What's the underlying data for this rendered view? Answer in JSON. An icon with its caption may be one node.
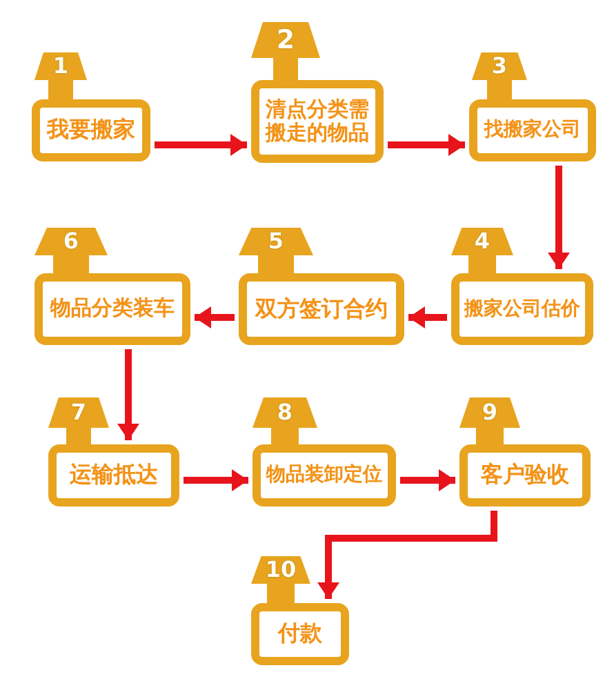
{
  "diagram": {
    "nodes": [
      {
        "text": [
          "1",
          "我要搬家"
        ]
      },
      {
        "text": [
          "2",
          "清点分类需搬走的物品"
        ]
      },
      {
        "text": [
          "3",
          "找搬家公司"
        ]
      },
      {
        "text": [
          "4",
          "搬家公司估价"
        ]
      },
      {
        "text": [
          "5",
          "双方签订合约"
        ]
      },
      {
        "text": [
          "6",
          "物品分类装车"
        ]
      },
      {
        "text": [
          "7",
          "运输抵达"
        ]
      },
      {
        "text": [
          "8",
          "物品装卸定位"
        ]
      },
      {
        "text": [
          "9",
          "客户验收"
        ]
      },
      {
        "text": [
          "10",
          "付款"
        ]
      }
    ],
    "edges": [
      {
        "from": 0,
        "to": 1,
        "arrow": "to"
      },
      {
        "from": 1,
        "to": 2,
        "arrow": "to"
      },
      {
        "from": 2,
        "to": 3,
        "arrow": "to"
      },
      {
        "from": 3,
        "to": 4,
        "arrow": "to"
      },
      {
        "from": 4,
        "to": 5,
        "arrow": "to"
      },
      {
        "from": 5,
        "to": 6,
        "arrow": "to"
      },
      {
        "from": 6,
        "to": 7,
        "arrow": "to"
      },
      {
        "from": 7,
        "to": 8,
        "arrow": "to"
      },
      {
        "from": 8,
        "to": 9,
        "arrow": "to"
      }
    ]
  }
}
